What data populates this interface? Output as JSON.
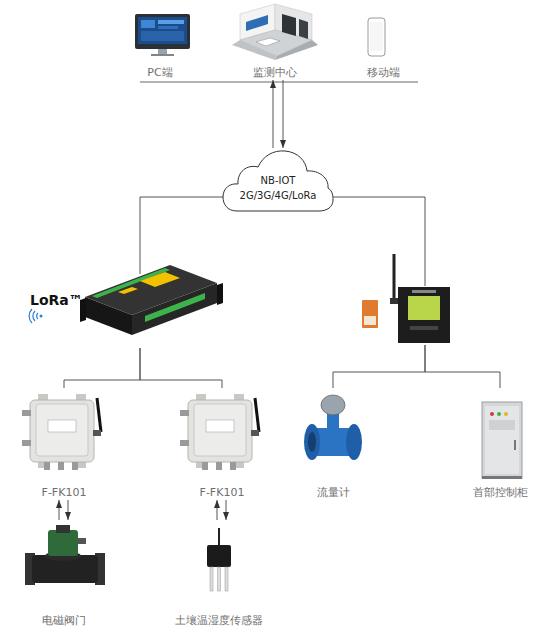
{
  "diagram": {
    "nodes": [
      {
        "text": [
          "PC端"
        ]
      },
      {
        "text": [
          "监测中心"
        ]
      },
      {
        "text": [
          "移动端"
        ]
      },
      {
        "text": [
          "NB-IOT",
          "2G/3G/4G/LoRa"
        ]
      },
      {
        "text": [
          "LoRa™"
        ]
      },
      {
        "text": []
      },
      {
        "text": [
          "F-FK101"
        ]
      },
      {
        "text": [
          "F-FK101"
        ]
      },
      {
        "text": [
          "流量计"
        ]
      },
      {
        "text": [
          "首部控制柜"
        ]
      },
      {
        "text": [
          "电磁阀门"
        ]
      },
      {
        "text": [
          "土壤温湿度传感器"
        ]
      }
    ],
    "edges": [
      {
        "from": 3,
        "to": 1,
        "arrow": "to"
      },
      {
        "from": 1,
        "to": 3,
        "arrow": "to"
      },
      {
        "from": 3,
        "to": 4,
        "arrow": "none"
      },
      {
        "from": 3,
        "to": 5,
        "arrow": "none"
      },
      {
        "from": 4,
        "to": 6,
        "arrow": "none"
      },
      {
        "from": 4,
        "to": 7,
        "arrow": "none"
      },
      {
        "from": 5,
        "to": 8,
        "arrow": "none"
      },
      {
        "from": 5,
        "to": 9,
        "arrow": "none"
      },
      {
        "from": 6,
        "to": 10,
        "arrow": "to"
      },
      {
        "from": 10,
        "to": 6,
        "arrow": "to"
      },
      {
        "from": 7,
        "to": 11,
        "arrow": "to"
      },
      {
        "from": 11,
        "to": 7,
        "arrow": "to"
      }
    ]
  }
}
